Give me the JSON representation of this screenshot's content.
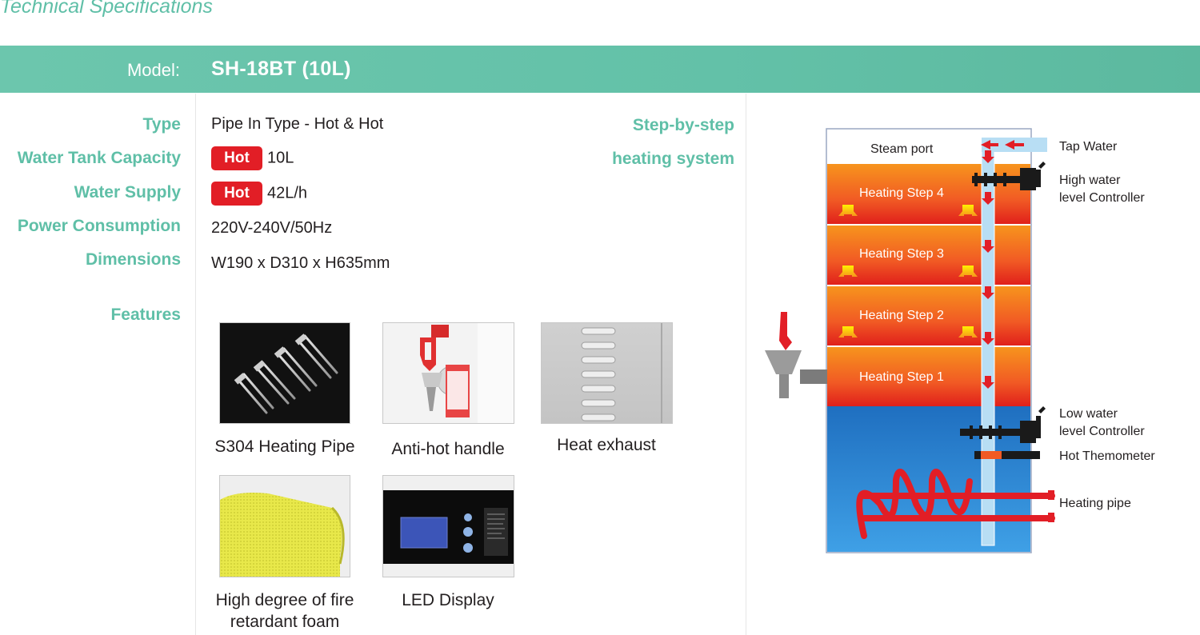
{
  "page_title": "Technical Specifications",
  "model": {
    "label": "Model:",
    "value": "SH-18BT (10L)"
  },
  "specs": {
    "type": {
      "label": "Type",
      "value": "Pipe In Type - Hot & Hot"
    },
    "capacity": {
      "label": "Water Tank Capacity",
      "badge": "Hot",
      "value": "10L"
    },
    "supply": {
      "label": "Water Supply",
      "badge": "Hot",
      "value": "42L/h"
    },
    "power": {
      "label": "Power Consumption",
      "value": "220V-240V/50Hz"
    },
    "dimensions": {
      "label": "Dimensions",
      "value": "W190 x D310 x H635mm"
    },
    "features_label": "Features"
  },
  "heating_system": {
    "line1": "Step-by-step",
    "line2": "heating system"
  },
  "features": [
    {
      "caption": "S304 Heating Pipe"
    },
    {
      "caption": "Anti-hot handle"
    },
    {
      "caption": "Heat exhaust"
    },
    {
      "caption_line1": "High degree of fire",
      "caption_line2": "retardant foam"
    },
    {
      "caption": "LED Display"
    }
  ],
  "diagram": {
    "steam_port": "Steam port",
    "steps": [
      "Heating Step 4",
      "Heating Step 3",
      "Heating Step 2",
      "Heating Step 1"
    ],
    "tap_water": "Tap Water",
    "high_controller_line1": "High water",
    "high_controller_line2": "level Controller",
    "low_controller_line1": "Low water",
    "low_controller_line2": "level Controller",
    "thermometer": "Hot Themometer",
    "heating_pipe": "Heating pipe"
  },
  "colors": {
    "accent": "#5fbfa7",
    "hot_badge": "#e21e26",
    "tank_blue": "#2a8fd6",
    "step_orange": "#f47a2a"
  }
}
